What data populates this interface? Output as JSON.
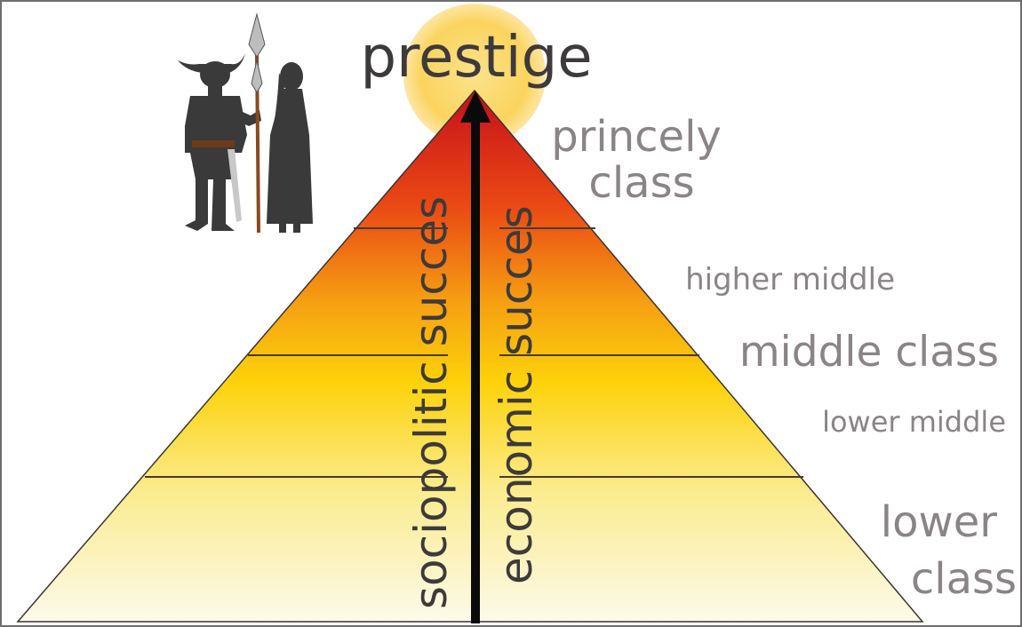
{
  "title": "prestige",
  "classes": [
    {
      "line1": "princely",
      "line2": "class"
    },
    {
      "line1": "higher middle"
    },
    {
      "line1": "middle class"
    },
    {
      "line1": "lower middle"
    },
    {
      "line1": "lower",
      "line2": "class"
    }
  ],
  "axis_labels": {
    "left": "sociopolitic succes",
    "right": "economic succes"
  },
  "colors": {
    "top": "#d8141e",
    "upper": "#ee6a10",
    "middle": "#fdd20a",
    "lower": "#fbf2c4",
    "base": "#fcfae8",
    "sun": "#fbd75a",
    "text": "#8a8487",
    "silhouette": "#3a3a3a"
  }
}
